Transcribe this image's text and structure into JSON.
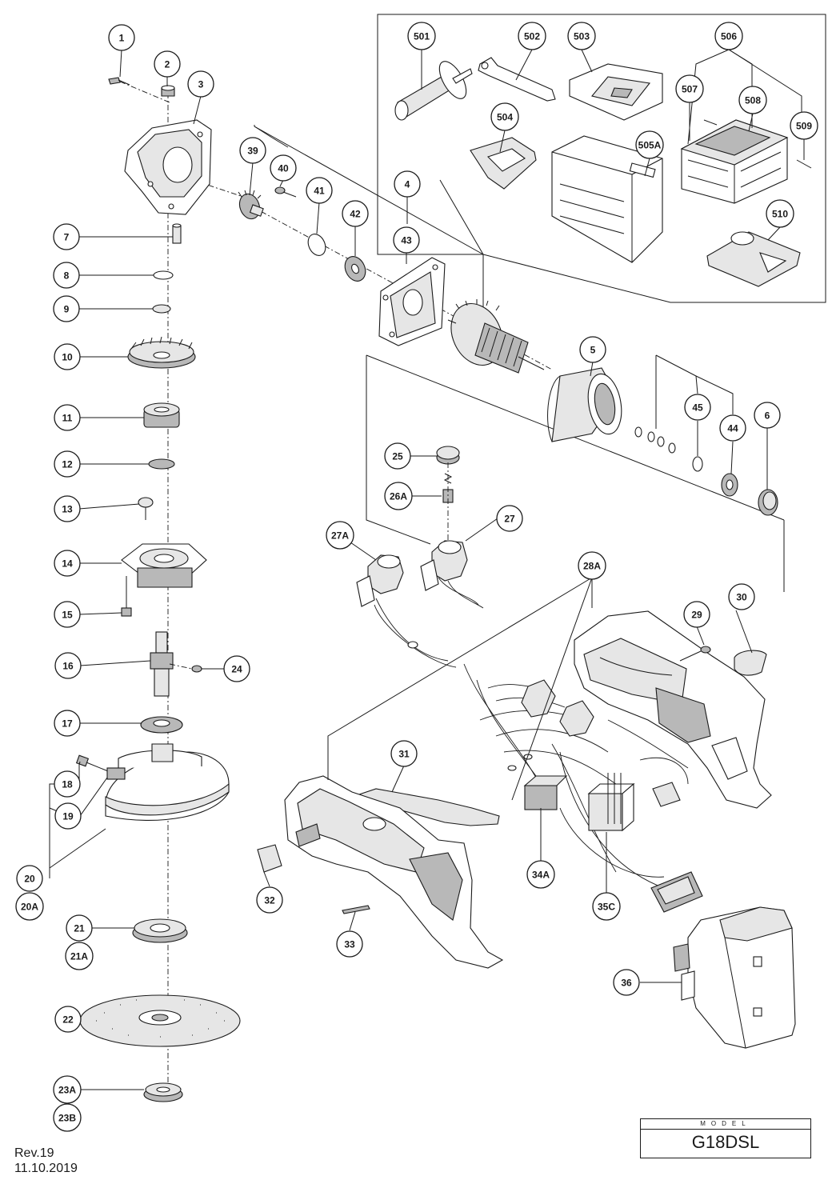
{
  "model": {
    "label": "MODEL",
    "name": "G18DSL"
  },
  "revision": {
    "rev": "Rev.19",
    "date": "11.10.2019"
  },
  "callouts": [
    "1",
    "2",
    "3",
    "39",
    "40",
    "41",
    "42",
    "4",
    "43",
    "7",
    "8",
    "9",
    "10",
    "5",
    "45",
    "44",
    "6",
    "11",
    "12",
    "25",
    "26A",
    "13",
    "27A",
    "27",
    "14",
    "28A",
    "15",
    "29",
    "30",
    "16",
    "24",
    "17",
    "31",
    "18",
    "19",
    "20",
    "20A",
    "21",
    "21A",
    "34A",
    "32",
    "33",
    "35C",
    "36",
    "22",
    "23A",
    "23B",
    "501",
    "502",
    "503",
    "504",
    "505A",
    "506",
    "507",
    "508",
    "509",
    "510"
  ]
}
